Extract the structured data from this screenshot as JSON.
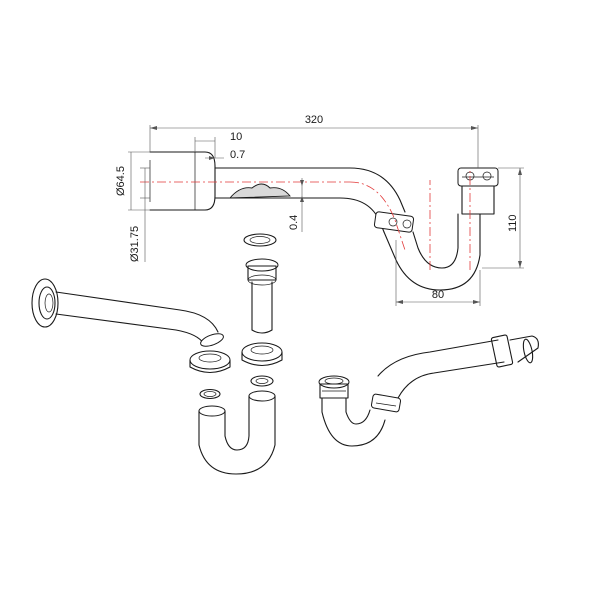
{
  "dimensions": {
    "overall_length": "320",
    "wall_gap": "10",
    "flange_thickness": "0.7",
    "flange_diameter": "Ø64.5",
    "pipe_diameter": "Ø31.75",
    "outlet_offset": "0.4",
    "trap_height": "110",
    "trap_width": "80"
  },
  "colors": {
    "line": "#1a1a1a",
    "centerline": "#e23a3a",
    "background": "#ffffff"
  }
}
